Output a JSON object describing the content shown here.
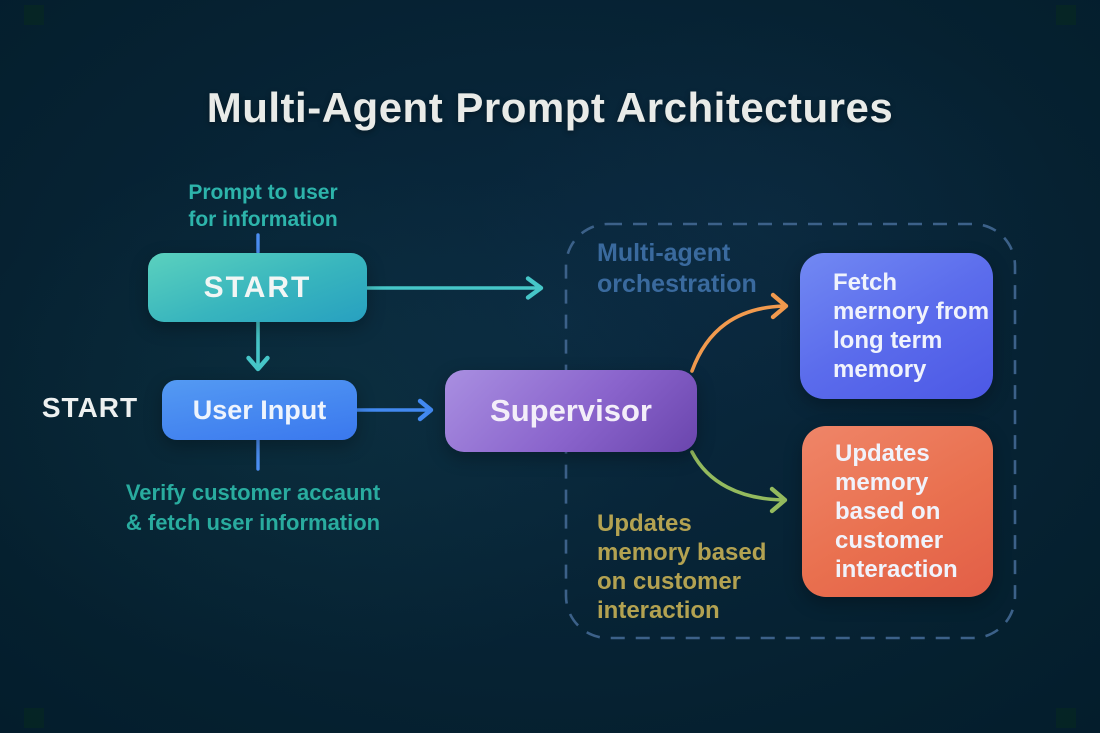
{
  "title": "Multi-Agent Prompt Architectures",
  "side_label": "START",
  "nodes": {
    "start": {
      "label": "START"
    },
    "user_input": {
      "label": "User Input"
    },
    "supervisor": {
      "label": "Supervisor"
    },
    "fetch_memory": {
      "label": "Fetch\nmernory from\nlong term\nmemory"
    },
    "updates_memory": {
      "label": "Updates\nmemory\nbased on\ncustomer\ninteraction"
    }
  },
  "annotations": {
    "prompt_to_user": "Prompt to user\nfor information",
    "verify_account": "Verify customer accaunt\n& fetch user information",
    "orchestration": "Multi-agent\norchestration",
    "updates_note": "Updates\nmemory based\non customer\ninteraction"
  },
  "edges": [
    {
      "name": "start-to-orchestration",
      "color": "#46c6c8",
      "style": "straight-arrow"
    },
    {
      "name": "start-to-user-input",
      "color": "#46c6c8",
      "style": "straight-arrow"
    },
    {
      "name": "prompt-note-to-start",
      "color": "#4b8ef2",
      "style": "stub-line"
    },
    {
      "name": "user-input-to-supervisor",
      "color": "#4289f0",
      "style": "straight-arrow"
    },
    {
      "name": "user-input-to-verify-note",
      "color": "#4b8ef2",
      "style": "stub-line"
    },
    {
      "name": "supervisor-to-fetch-memory",
      "color": "#f19a4e",
      "style": "curved-arrow"
    },
    {
      "name": "supervisor-to-updates-memory",
      "color": "#94ba5e",
      "style": "curved-arrow"
    }
  ],
  "colors": {
    "background": "#05202f",
    "title_text": "#e9ebe8",
    "teal_node_top": "#5bd1be",
    "teal_node_bottom": "#27a0c0",
    "blue_node_top": "#549af3",
    "blue_node_bottom": "#3a78ee",
    "purple_node_top": "#a98fe1",
    "purple_node_bottom": "#6a45ad",
    "periwinkle_node_top": "#7289f3",
    "periwinkle_node_bottom": "#4c58e5",
    "coral_node_top": "#ef8568",
    "coral_node_bottom": "#e25e47",
    "teal_text": "#2db4ab",
    "steel_blue_text": "#3a6a9e",
    "gold_text": "#b3a251",
    "dashed_border": "#3c6189"
  }
}
